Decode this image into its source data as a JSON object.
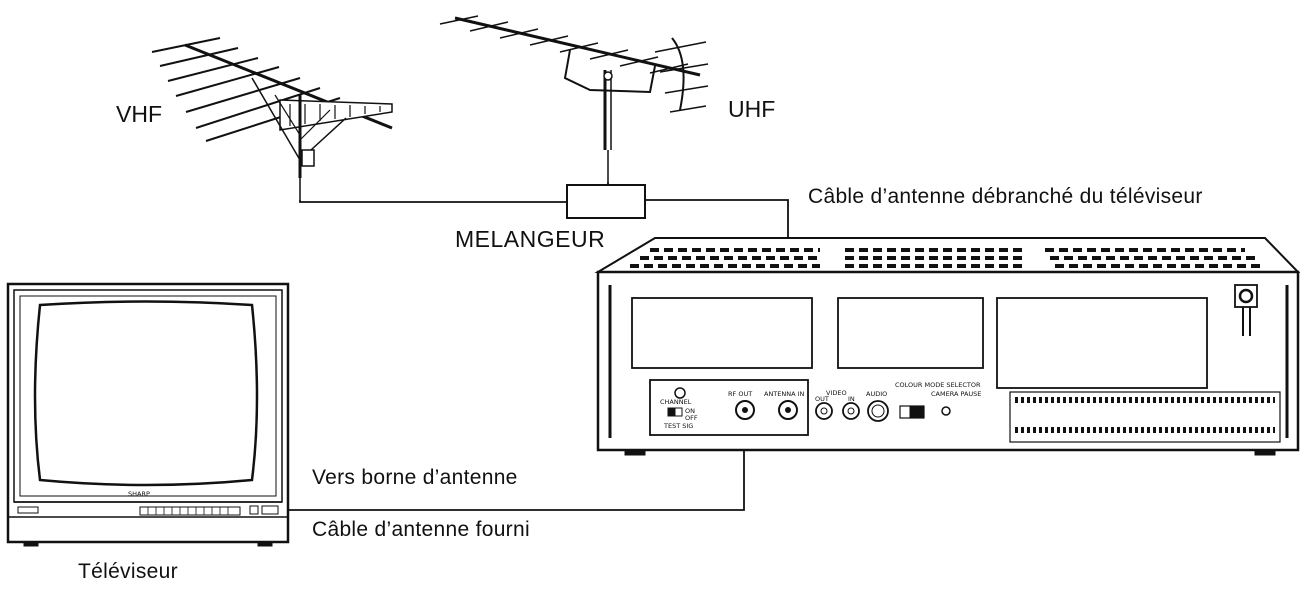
{
  "labels": {
    "vhf": "VHF",
    "uhf": "UHF",
    "mixer": "MELANGEUR",
    "disconnected_cable": "Câble d’antenne débranché du téléviseur",
    "to_antenna_terminal": "Vers borne d’antenne",
    "supplied_cable": "Câble d’antenne fourni",
    "tv": "Téléviseur"
  },
  "vcr_panel": {
    "channel": "CHANNEL",
    "on": "ON",
    "off": "OFF",
    "test_sig": "TEST SIG",
    "rf_out": "RF OUT",
    "antenna_in": "ANTENNA IN",
    "video": "VIDEO",
    "out": "OUT",
    "in": "IN",
    "audio": "AUDIO",
    "colour_mode_selector": "COLOUR MODE SELECTOR",
    "camera_pause": "CAMERA PAUSE"
  },
  "tv_brand": "SHARP"
}
